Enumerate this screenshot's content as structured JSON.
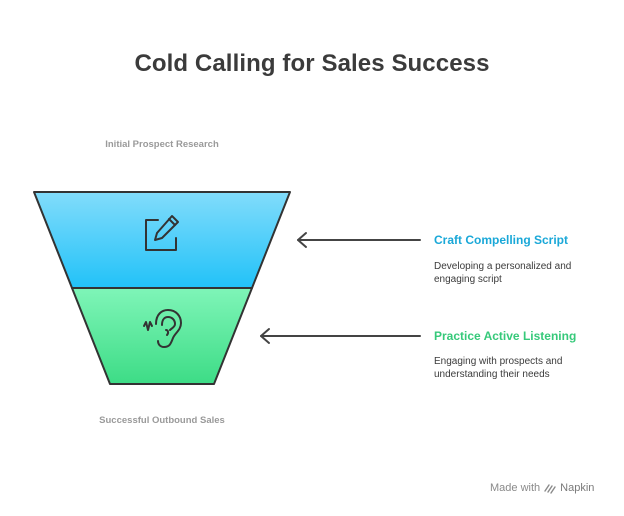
{
  "title": "Cold Calling for Sales Success",
  "funnel": {
    "top_label": "Initial Prospect Research",
    "bottom_label": "Successful Outbound Sales"
  },
  "stages": [
    {
      "title": "Craft Compelling Script",
      "description": "Developing a personalized and engaging script",
      "icon": "pencil-square-icon",
      "color": "#1aa8d8"
    },
    {
      "title": "Practice Active Listening",
      "description": "Engaging with prospects and understanding their needs",
      "icon": "ear-icon",
      "color": "#36c97a"
    }
  ],
  "footer": {
    "made_with": "Made with",
    "brand": "Napkin"
  }
}
